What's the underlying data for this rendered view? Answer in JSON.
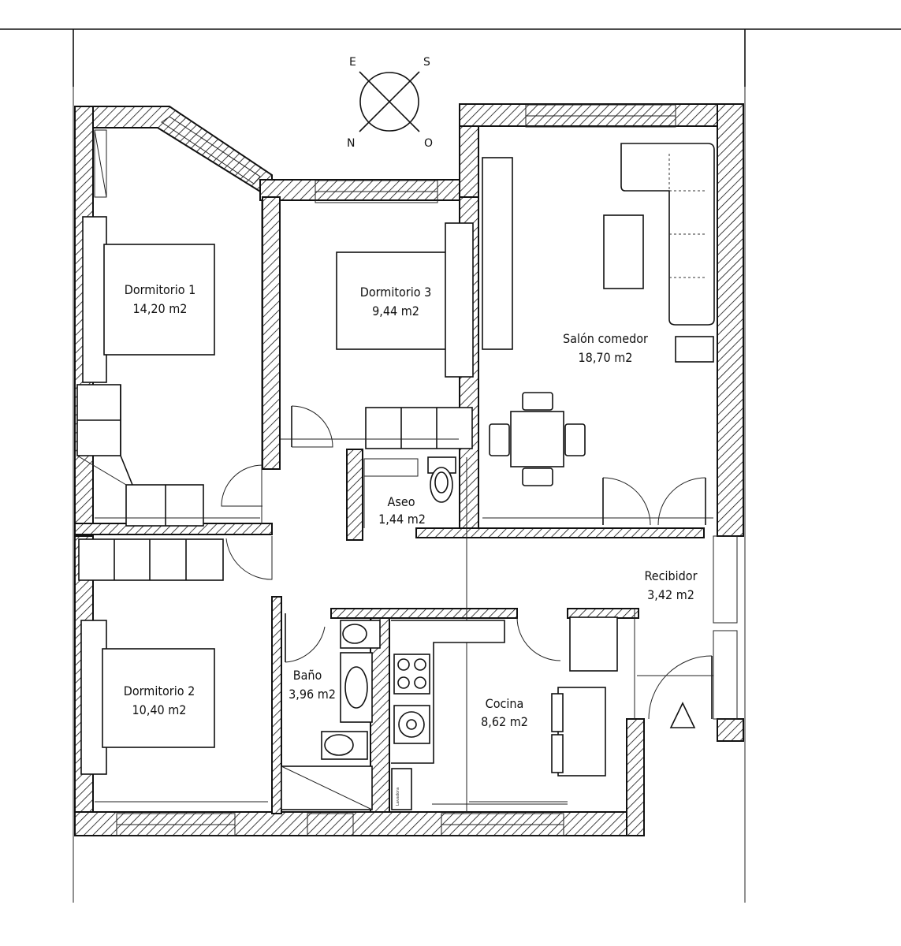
{
  "compass": {
    "e": "E",
    "s": "S",
    "n": "N",
    "o": "O"
  },
  "rooms": {
    "dormitorio1": {
      "name": "Dormitorio 1",
      "area": "14,20 m2"
    },
    "dormitorio3": {
      "name": "Dormitorio 3",
      "area": "9,44 m2"
    },
    "salon": {
      "name": "Salón comedor",
      "area": "18,70 m2"
    },
    "aseo": {
      "name": "Aseo",
      "area": "1,44 m2"
    },
    "recibidor": {
      "name": "Recibidor",
      "area": "3,42 m2"
    },
    "dormitorio2": {
      "name": "Dormitorio 2",
      "area": "10,40 m2"
    },
    "bano": {
      "name": "Baño",
      "area": "3,96 m2"
    },
    "cocina": {
      "name": "Cocina",
      "area": "8,62 m2"
    }
  },
  "labels": {
    "lavadora": "Lavadora"
  }
}
